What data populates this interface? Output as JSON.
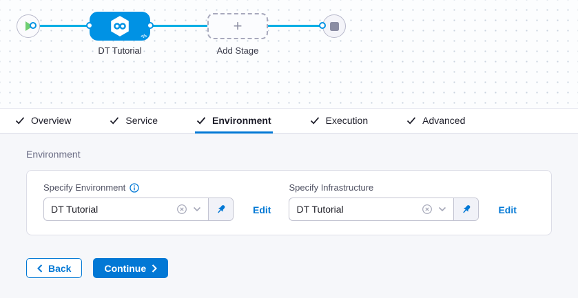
{
  "pipeline": {
    "stage_name": "DT Tutorial",
    "add_stage_label": "Add Stage",
    "code_badge": "</>"
  },
  "tabs": [
    {
      "label": "Overview"
    },
    {
      "label": "Service"
    },
    {
      "label": "Environment"
    },
    {
      "label": "Execution"
    },
    {
      "label": "Advanced"
    }
  ],
  "active_tab": "Environment",
  "environment": {
    "heading": "Environment",
    "fields": [
      {
        "label": "Specify Environment",
        "value": "DT Tutorial",
        "edit": "Edit"
      },
      {
        "label": "Specify Infrastructure",
        "value": "DT Tutorial",
        "edit": "Edit"
      }
    ]
  },
  "footer": {
    "back": "Back",
    "continue": "Continue"
  },
  "colors": {
    "accent_blue": "#0278d5",
    "node_blue": "#0092e4",
    "line_blue": "#00ade4",
    "play_green": "#6fce71",
    "content_bg": "#f6f7fa"
  }
}
